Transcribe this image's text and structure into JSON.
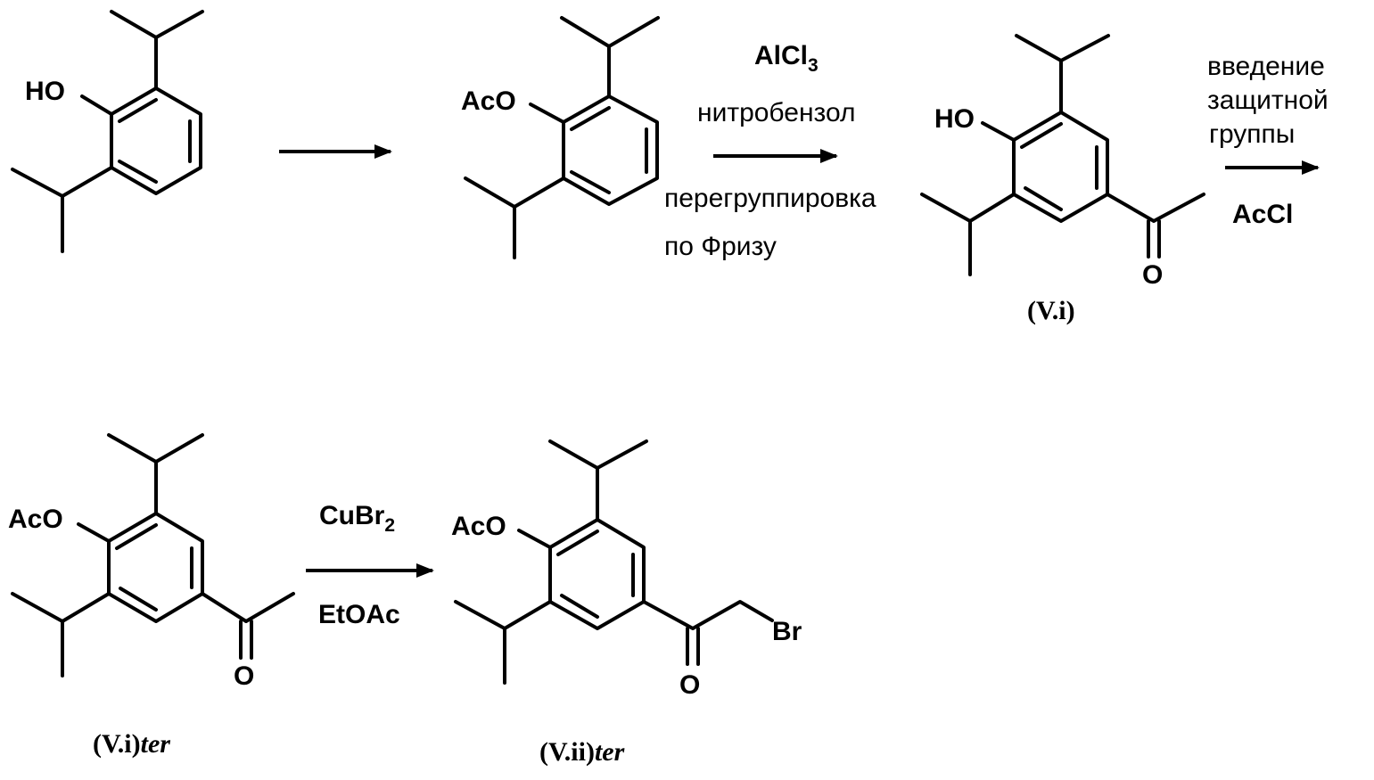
{
  "compounds": {
    "start": {
      "oh_label": "HO"
    },
    "acetate": {
      "oac_label": "AcO"
    },
    "v_i": {
      "oh_label": "HO",
      "carbonyl_o": "O",
      "label": "(V.i)"
    },
    "v_i_ter": {
      "oac_label": "AcO",
      "carbonyl_o": "O",
      "label_main": "(V.i)",
      "label_suffix": "ter"
    },
    "v_ii_ter": {
      "oac_label": "AcO",
      "carbonyl_o": "O",
      "halogen": "Br",
      "label_main": "(V.ii)",
      "label_suffix": "ter"
    }
  },
  "steps": {
    "fries": {
      "reagent_main": "AlCl",
      "reagent_sub": "3",
      "solvent": "нитробензол",
      "name_line1": "перегруппировка",
      "name_line2": "по Фризу"
    },
    "protection": {
      "line1": "введение",
      "line2": "защитной",
      "line3": "группы",
      "reagent": "AcCl"
    },
    "bromination": {
      "reagent_main": "CuBr",
      "reagent_sub": "2",
      "solvent": "EtOAc"
    }
  }
}
